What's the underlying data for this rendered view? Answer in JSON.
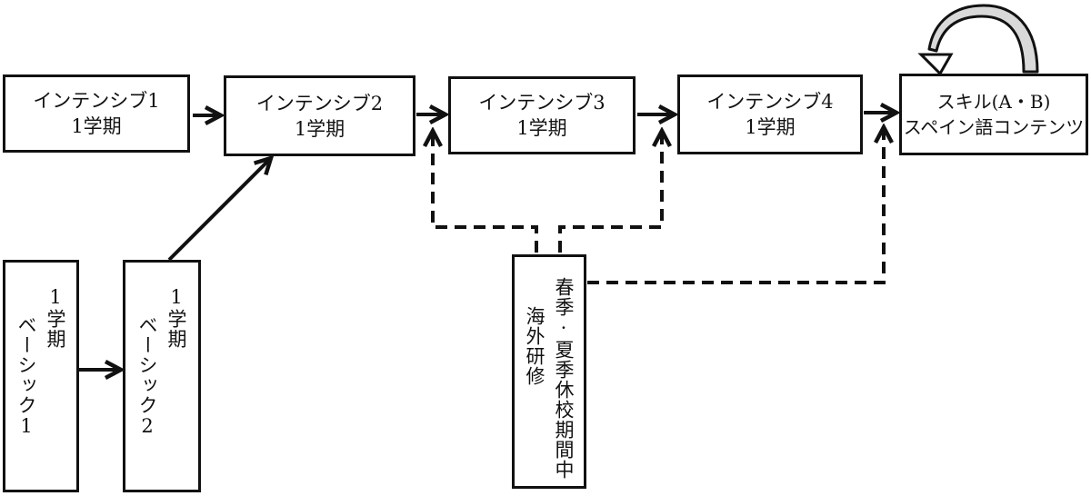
{
  "nodes": {
    "intensive1": {
      "line1": "インテンシブ1",
      "line2": "1学期"
    },
    "intensive2": {
      "line1": "インテンシブ2",
      "line2": "1学期"
    },
    "intensive3": {
      "line1": "インテンシブ3",
      "line2": "1学期"
    },
    "intensive4": {
      "line1": "インテンシブ4",
      "line2": "1学期"
    },
    "skill": {
      "line1": "スキル(A・B)",
      "line2": "スペイン語コンテンツ"
    },
    "basic1": {
      "line1": "ベーシック1",
      "line2": "1学期"
    },
    "basic2": {
      "line1": "ベーシック2",
      "line2": "1学期"
    },
    "overseas": {
      "line1": "海外研修",
      "line2": "春季·夏季休校期間中"
    }
  },
  "colors": {
    "stroke": "#111111",
    "loop_fill": "#d9d9d9"
  }
}
